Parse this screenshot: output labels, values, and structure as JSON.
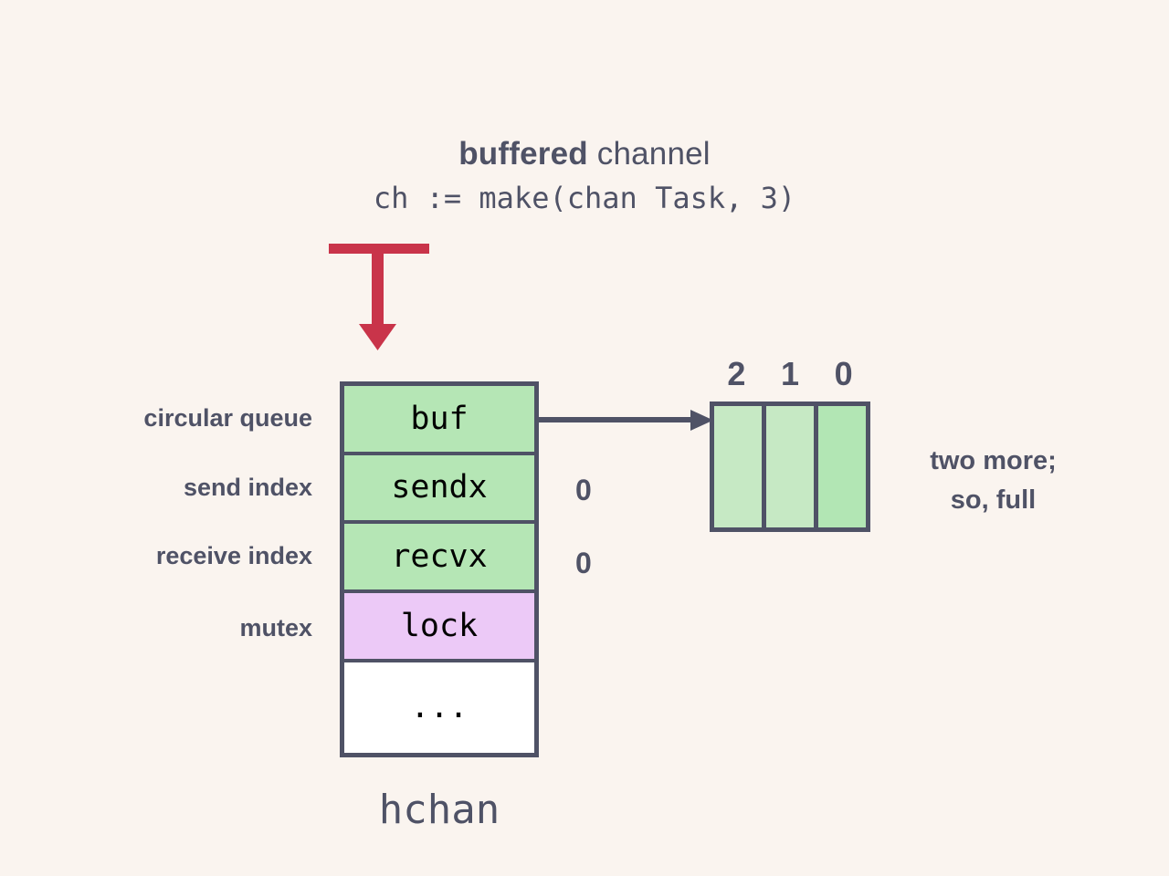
{
  "background_color": "#faf4ef",
  "ink_color": "#4f5266",
  "accent_red": "#c9344a",
  "title": {
    "emphasis": "buffered",
    "rest": " channel",
    "code": "ch := make(chan Task, 3)"
  },
  "pointer_arrow": {
    "icon": "down-arrow-icon",
    "color": "#c9344a"
  },
  "hchan": {
    "caption": "hchan",
    "rows": [
      {
        "field": "buf",
        "label": "circular queue",
        "value": "",
        "fill": "#b5e6b5",
        "kind": "green"
      },
      {
        "field": "sendx",
        "label": "send index",
        "value": "0",
        "fill": "#b5e6b5",
        "kind": "green"
      },
      {
        "field": "recvx",
        "label": "receive index",
        "value": "0",
        "fill": "#b5e6b5",
        "kind": "green"
      },
      {
        "field": "lock",
        "label": "mutex",
        "value": "",
        "fill": "#ecc9f7",
        "kind": "purple"
      },
      {
        "field": "...",
        "label": "",
        "value": "",
        "fill": "#ffffff",
        "kind": "white"
      }
    ]
  },
  "connector": {
    "icon": "right-arrow-icon",
    "from": "buf",
    "to": "buffer-array",
    "color": "#4f5266"
  },
  "buffer_array": {
    "capacity": 3,
    "indices": [
      "2",
      "1",
      "0"
    ],
    "cells": [
      {
        "index": "2",
        "fill": "#c6e9c4"
      },
      {
        "index": "1",
        "fill": "#c6e9c4"
      },
      {
        "index": "0",
        "fill": "#b2e6b4"
      }
    ],
    "note_line1": "two more;",
    "note_line2": "so, full"
  }
}
